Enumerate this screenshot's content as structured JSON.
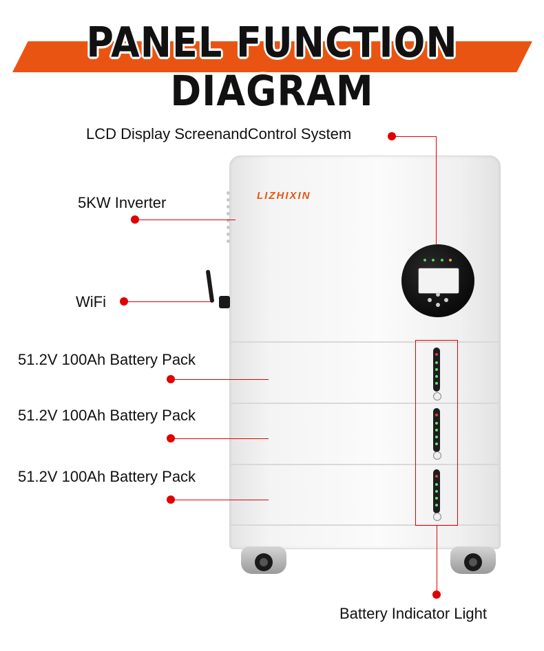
{
  "header": {
    "title": "PANEL FUNCTION DIAGRAM",
    "banner_color": "#ea5413"
  },
  "product": {
    "brand": "LIZHIXIN"
  },
  "callouts": {
    "lcd": "LCD Display ScreenandControl System",
    "inverter": "5KW Inverter",
    "wifi": "WiFi",
    "battery_pack_1": "51.2V 100Ah Battery Pack",
    "battery_pack_2": "51.2V 100Ah Battery Pack",
    "battery_pack_3": "51.2V 100Ah Battery Pack",
    "indicator": "Battery Indicator Light"
  },
  "accent_color": "#e00000"
}
